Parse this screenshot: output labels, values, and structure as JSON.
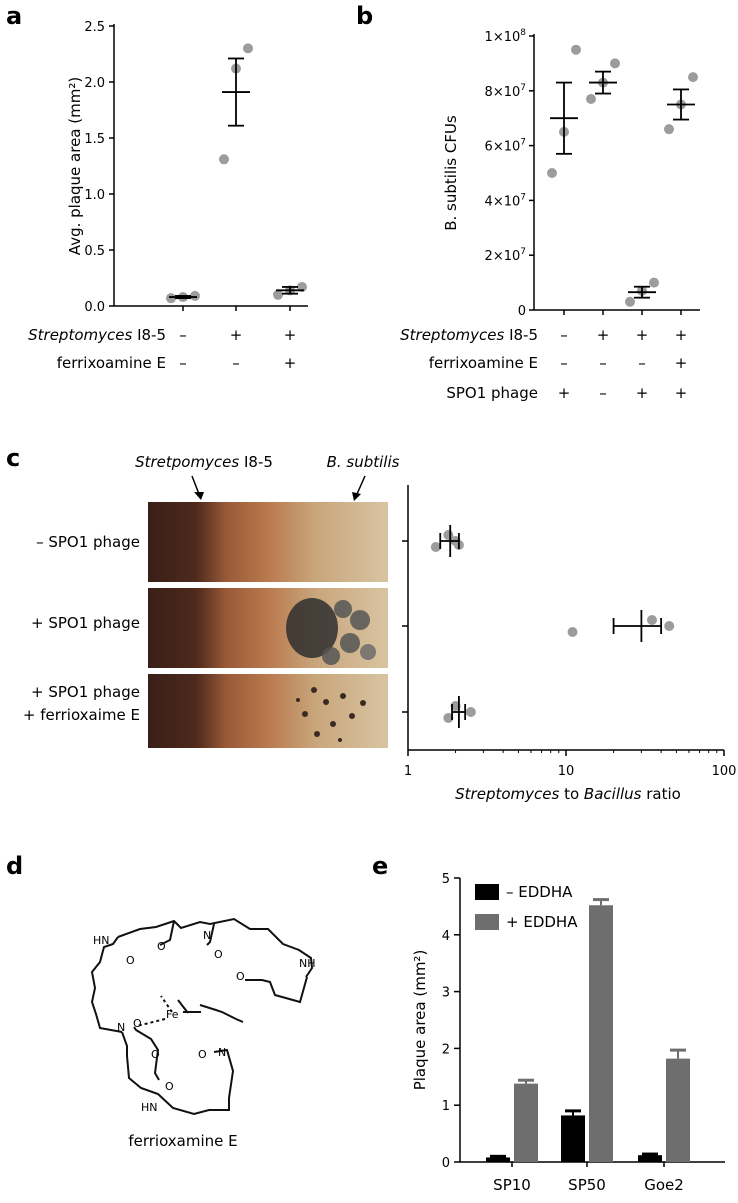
{
  "panels": {
    "a": "a",
    "b": "b",
    "c": "c",
    "d": "d",
    "e": "e"
  },
  "chart_data": [
    {
      "panel": "a",
      "type": "scatter",
      "ylabel": "Avg. plaque area (mm²)",
      "ylim": [
        0,
        2.5
      ],
      "yticks": [
        "0.0",
        "0.5",
        "1.0",
        "1.5",
        "2.0",
        "2.5"
      ],
      "rows": [
        {
          "name": "Streptomyces",
          "name_suffix": " I8-5",
          "values": [
            "–",
            "+",
            "+"
          ]
        },
        {
          "name": "ferrixoamine E",
          "name_suffix": "",
          "values": [
            "–",
            "–",
            "+"
          ]
        }
      ],
      "groups": [
        {
          "points": [
            0.07,
            0.08,
            0.09
          ],
          "mean": 0.08,
          "err": 0.01
        },
        {
          "points": [
            1.31,
            2.12,
            2.3
          ],
          "mean": 1.91,
          "err": 0.3
        },
        {
          "points": [
            0.1,
            0.14,
            0.17
          ],
          "mean": 0.14,
          "err": 0.03
        }
      ]
    },
    {
      "panel": "b",
      "type": "scatter",
      "ylabel": "B. subtilis CFUs",
      "ylim": [
        0,
        100000000
      ],
      "yticks": [
        {
          "base": "0",
          "exp": ""
        },
        {
          "base": "2×10",
          "exp": "7"
        },
        {
          "base": "4×10",
          "exp": "7"
        },
        {
          "base": "6×10",
          "exp": "7"
        },
        {
          "base": "8×10",
          "exp": "7"
        },
        {
          "base": "1×10",
          "exp": "8"
        }
      ],
      "rows": [
        {
          "name": "Streptomyces",
          "name_suffix": " I8-5",
          "values": [
            "–",
            "+",
            "+",
            "+"
          ]
        },
        {
          "name": "ferrixoamine E",
          "name_suffix": "",
          "values": [
            "–",
            "–",
            "–",
            "+"
          ]
        },
        {
          "name": "SPO1 phage",
          "name_suffix": "",
          "values": [
            "+",
            "–",
            "+",
            "+"
          ]
        }
      ],
      "groups": [
        {
          "points": [
            50000000,
            65000000,
            95000000
          ],
          "mean": 70000000,
          "err": 13000000
        },
        {
          "points": [
            77000000,
            83000000,
            90000000
          ],
          "mean": 83000000,
          "err": 4000000
        },
        {
          "points": [
            3000000,
            7000000,
            10000000
          ],
          "mean": 6500000,
          "err": 2000000
        },
        {
          "points": [
            66000000,
            75000000,
            85000000
          ],
          "mean": 75000000,
          "err": 5500000
        }
      ]
    },
    {
      "panel": "c",
      "type": "scatter",
      "xscale": "log",
      "xlim": [
        1,
        100
      ],
      "xticks": [
        "1",
        "10",
        "100"
      ],
      "xlabel_italic_1": "Streptomyces",
      "xlabel_mid": " to ",
      "xlabel_italic_2": "Bacillus",
      "xlabel_end": " ratio",
      "image_labels": {
        "streptomyces": "Stretpomyces I8-5",
        "bsubtilis": "B. subtilis"
      },
      "rows": [
        {
          "label": [
            "– SPO1 phage"
          ],
          "points": [
            1.5,
            1.8,
            2.0,
            2.1
          ],
          "mean": 1.85,
          "err_lo": 1.6,
          "err_hi": 2.1
        },
        {
          "label": [
            "+ SPO1 phage"
          ],
          "points": [
            11,
            35,
            45
          ],
          "mean": 30,
          "err_lo": 20,
          "err_hi": 40
        },
        {
          "label": [
            "+ SPO1 phage",
            "+ ferrioxaime E"
          ],
          "points": [
            1.8,
            2.0,
            2.5
          ],
          "mean": 2.1,
          "err_lo": 1.9,
          "err_hi": 2.3
        }
      ]
    },
    {
      "panel": "e",
      "type": "bar",
      "ylabel": "Plaque area (mm²)",
      "ylim": [
        0,
        5
      ],
      "yticks": [
        "0",
        "1",
        "2",
        "3",
        "4",
        "5"
      ],
      "categories": [
        "SP10",
        "SP50",
        "Goe2"
      ],
      "series": [
        {
          "name": "– EDDHA",
          "color": "#000000",
          "values": [
            0.08,
            0.82,
            0.12
          ],
          "err": [
            0.02,
            0.08,
            0.02
          ]
        },
        {
          "name": "+ EDDHA",
          "color": "#6e6e6e",
          "values": [
            1.38,
            4.52,
            1.82
          ],
          "err": [
            0.06,
            0.1,
            0.15
          ]
        }
      ]
    }
  ],
  "structure": {
    "caption": "ferrioxamine E",
    "atoms": {
      "nh": "NH",
      "hn": "HN",
      "fe": "Fe",
      "n": "N",
      "o": "O"
    }
  }
}
